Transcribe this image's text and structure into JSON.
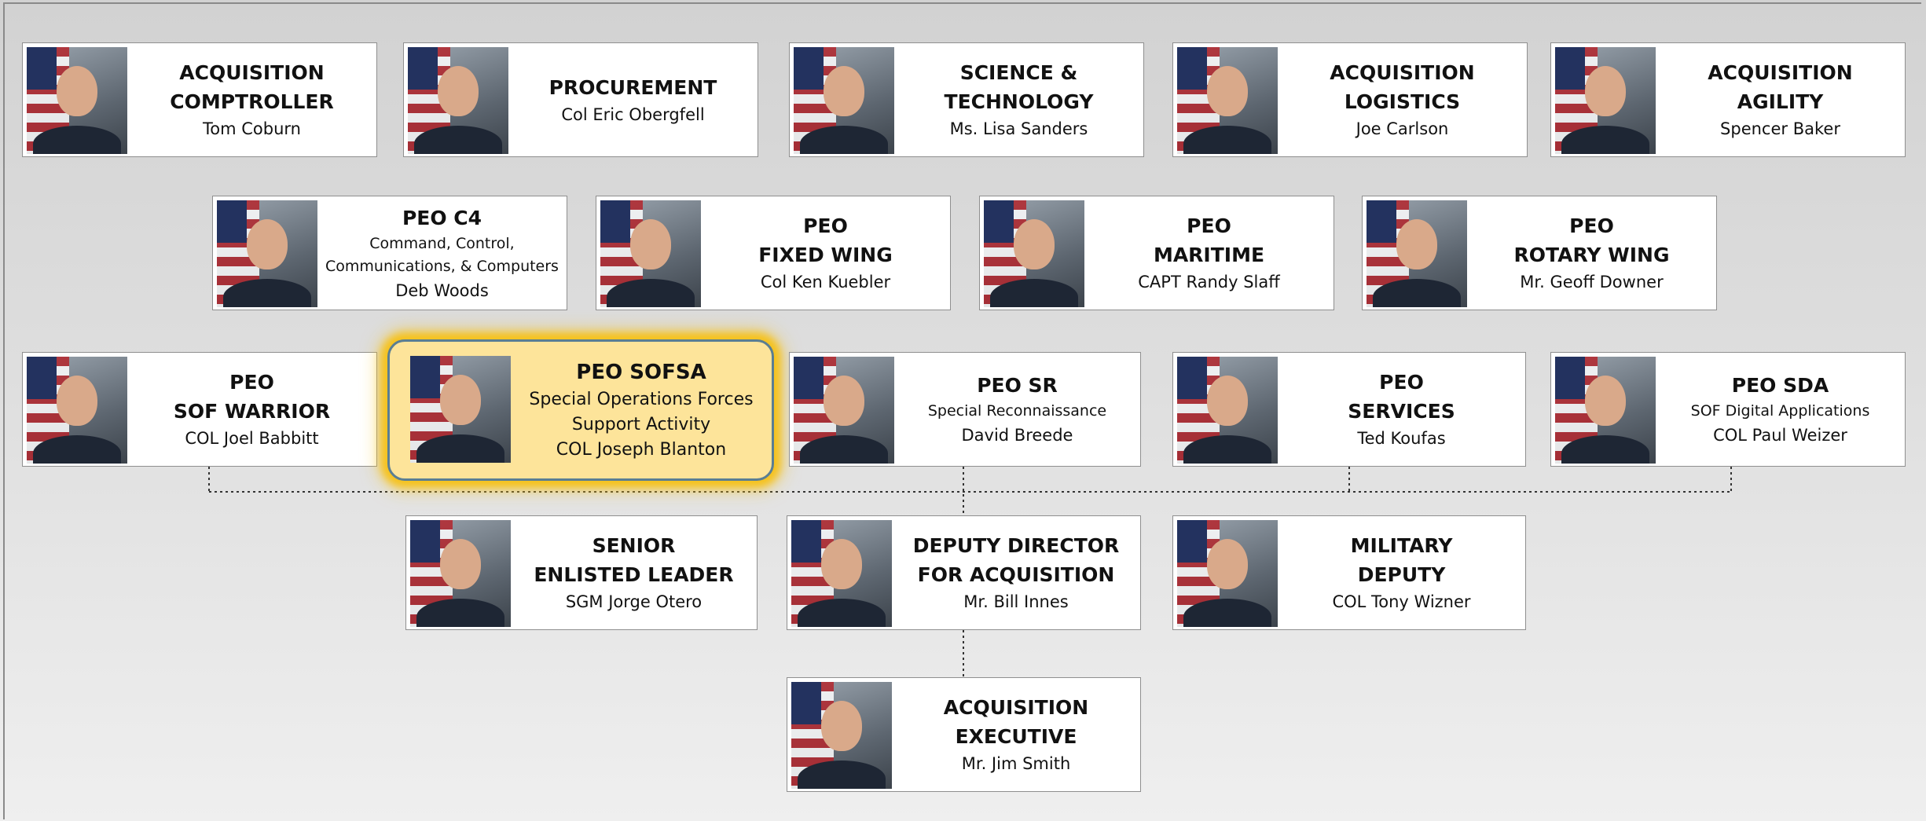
{
  "title_colors": {
    "highlight_fill": "#fde49a",
    "highlight_glow": "#f6c21c",
    "highlight_border": "#5a7e93"
  },
  "cards": {
    "acq_comptroller": {
      "title": [
        "ACQUISITION",
        "COMPTROLLER"
      ],
      "name": "Tom Coburn"
    },
    "procurement": {
      "title": [
        "PROCUREMENT"
      ],
      "name": "Col Eric Obergfell"
    },
    "science_tech": {
      "title": [
        "SCIENCE &",
        "TECHNOLOGY"
      ],
      "name": "Ms. Lisa Sanders"
    },
    "acq_logistics": {
      "title": [
        "ACQUISITION",
        "LOGISTICS"
      ],
      "name": "Joe Carlson"
    },
    "acq_agility": {
      "title": [
        "ACQUISITION",
        "AGILITY"
      ],
      "name": "Spencer Baker"
    },
    "peo_c4": {
      "title": [
        "PEO C4"
      ],
      "desc": [
        "Command, Control,",
        "Communications, & Computers"
      ],
      "name": "Deb Woods"
    },
    "peo_fixed_wing": {
      "title": [
        "PEO",
        "FIXED WING"
      ],
      "name": "Col Ken Kuebler"
    },
    "peo_maritime": {
      "title": [
        "PEO",
        "MARITIME"
      ],
      "name": "CAPT Randy Slaff"
    },
    "peo_rotary_wing": {
      "title": [
        "PEO",
        "ROTARY WING"
      ],
      "name": "Mr. Geoff Downer"
    },
    "peo_sof_warrior": {
      "title": [
        "PEO",
        "SOF WARRIOR"
      ],
      "name": "COL Joel Babbitt"
    },
    "peo_sofsa": {
      "title": [
        "PEO SOFSA"
      ],
      "desc": [
        "Special Operations Forces",
        "Support Activity"
      ],
      "name": "COL Joseph Blanton"
    },
    "peo_sr": {
      "title": [
        "PEO SR"
      ],
      "desc": [
        "Special Reconnaissance"
      ],
      "name": "David Breede"
    },
    "peo_services": {
      "title": [
        "PEO",
        "SERVICES"
      ],
      "name": "Ted Koufas"
    },
    "peo_sda": {
      "title": [
        "PEO SDA"
      ],
      "desc": [
        "SOF Digital Applications"
      ],
      "name": "COL Paul Weizer"
    },
    "senior_enlisted": {
      "title": [
        "SENIOR",
        "ENLISTED LEADER"
      ],
      "name": "SGM Jorge Otero"
    },
    "deputy_director": {
      "title": [
        "DEPUTY DIRECTOR",
        "FOR ACQUISITION"
      ],
      "name": "Mr. Bill Innes"
    },
    "military_deputy": {
      "title": [
        "MILITARY",
        "DEPUTY"
      ],
      "name": "COL Tony Wizner"
    },
    "acq_executive": {
      "title": [
        "ACQUISITION",
        "EXECUTIVE"
      ],
      "name": "Mr. Jim Smith"
    }
  }
}
